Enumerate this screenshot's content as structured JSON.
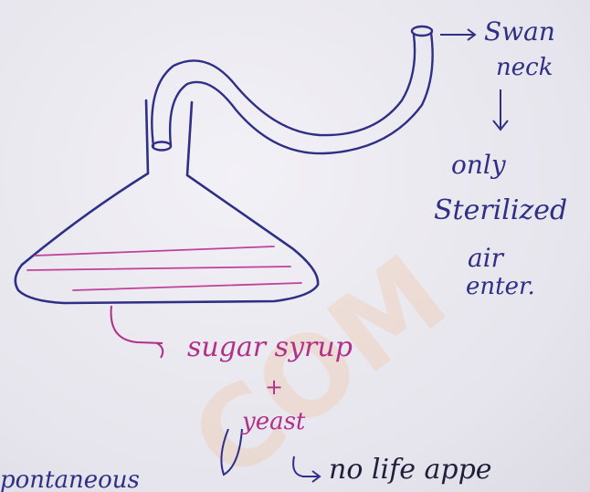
{
  "labels": {
    "swan_neck_line1": "Swan",
    "swan_neck_line2": "neck",
    "arrow_down": "↓",
    "only": "only",
    "sterilized": "Sterilized",
    "air": "air",
    "enter": "enter.",
    "sugar_syrup": "sugar syrup",
    "plus": "+",
    "yeast": "yeast",
    "no_life": "no life appe",
    "spontaneous": "pontaneous"
  },
  "watermark": "COM",
  "colors": {
    "blue_ink": "#2f2f86",
    "pink_ink": "#b0308a",
    "dark_ink": "#1f1f3a",
    "paper": "#eae8ef"
  }
}
